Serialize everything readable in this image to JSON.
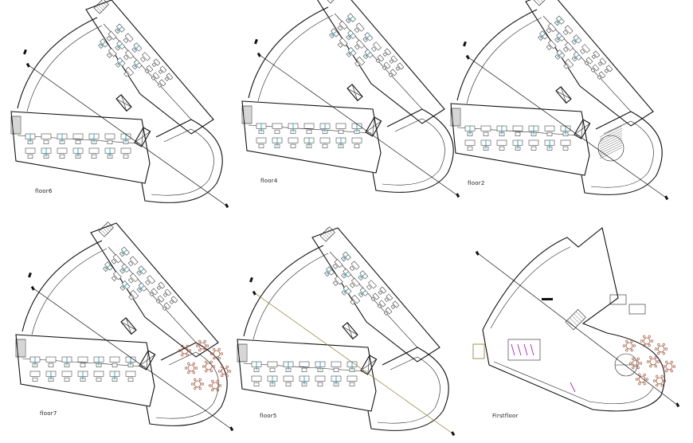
{
  "drawing": {
    "plans": [
      {
        "id": "floor6",
        "label": "floor6",
        "variant": "office"
      },
      {
        "id": "floor4",
        "label": "floor4",
        "variant": "office"
      },
      {
        "id": "floor2",
        "label": "floor2",
        "variant": "office-atrium"
      },
      {
        "id": "floor7",
        "label": "floor7",
        "variant": "office-dining"
      },
      {
        "id": "floor5",
        "label": "floor5",
        "variant": "office"
      },
      {
        "id": "firstfloor",
        "label": "Firstfloor",
        "variant": "lobby"
      }
    ],
    "colors": {
      "line": "#111111",
      "furniture_accent": "#19a6b8",
      "dining_tables": "#9a4a2e",
      "lobby_accent": "#b21fb8",
      "stair_fill": "#8a7a2a"
    }
  }
}
